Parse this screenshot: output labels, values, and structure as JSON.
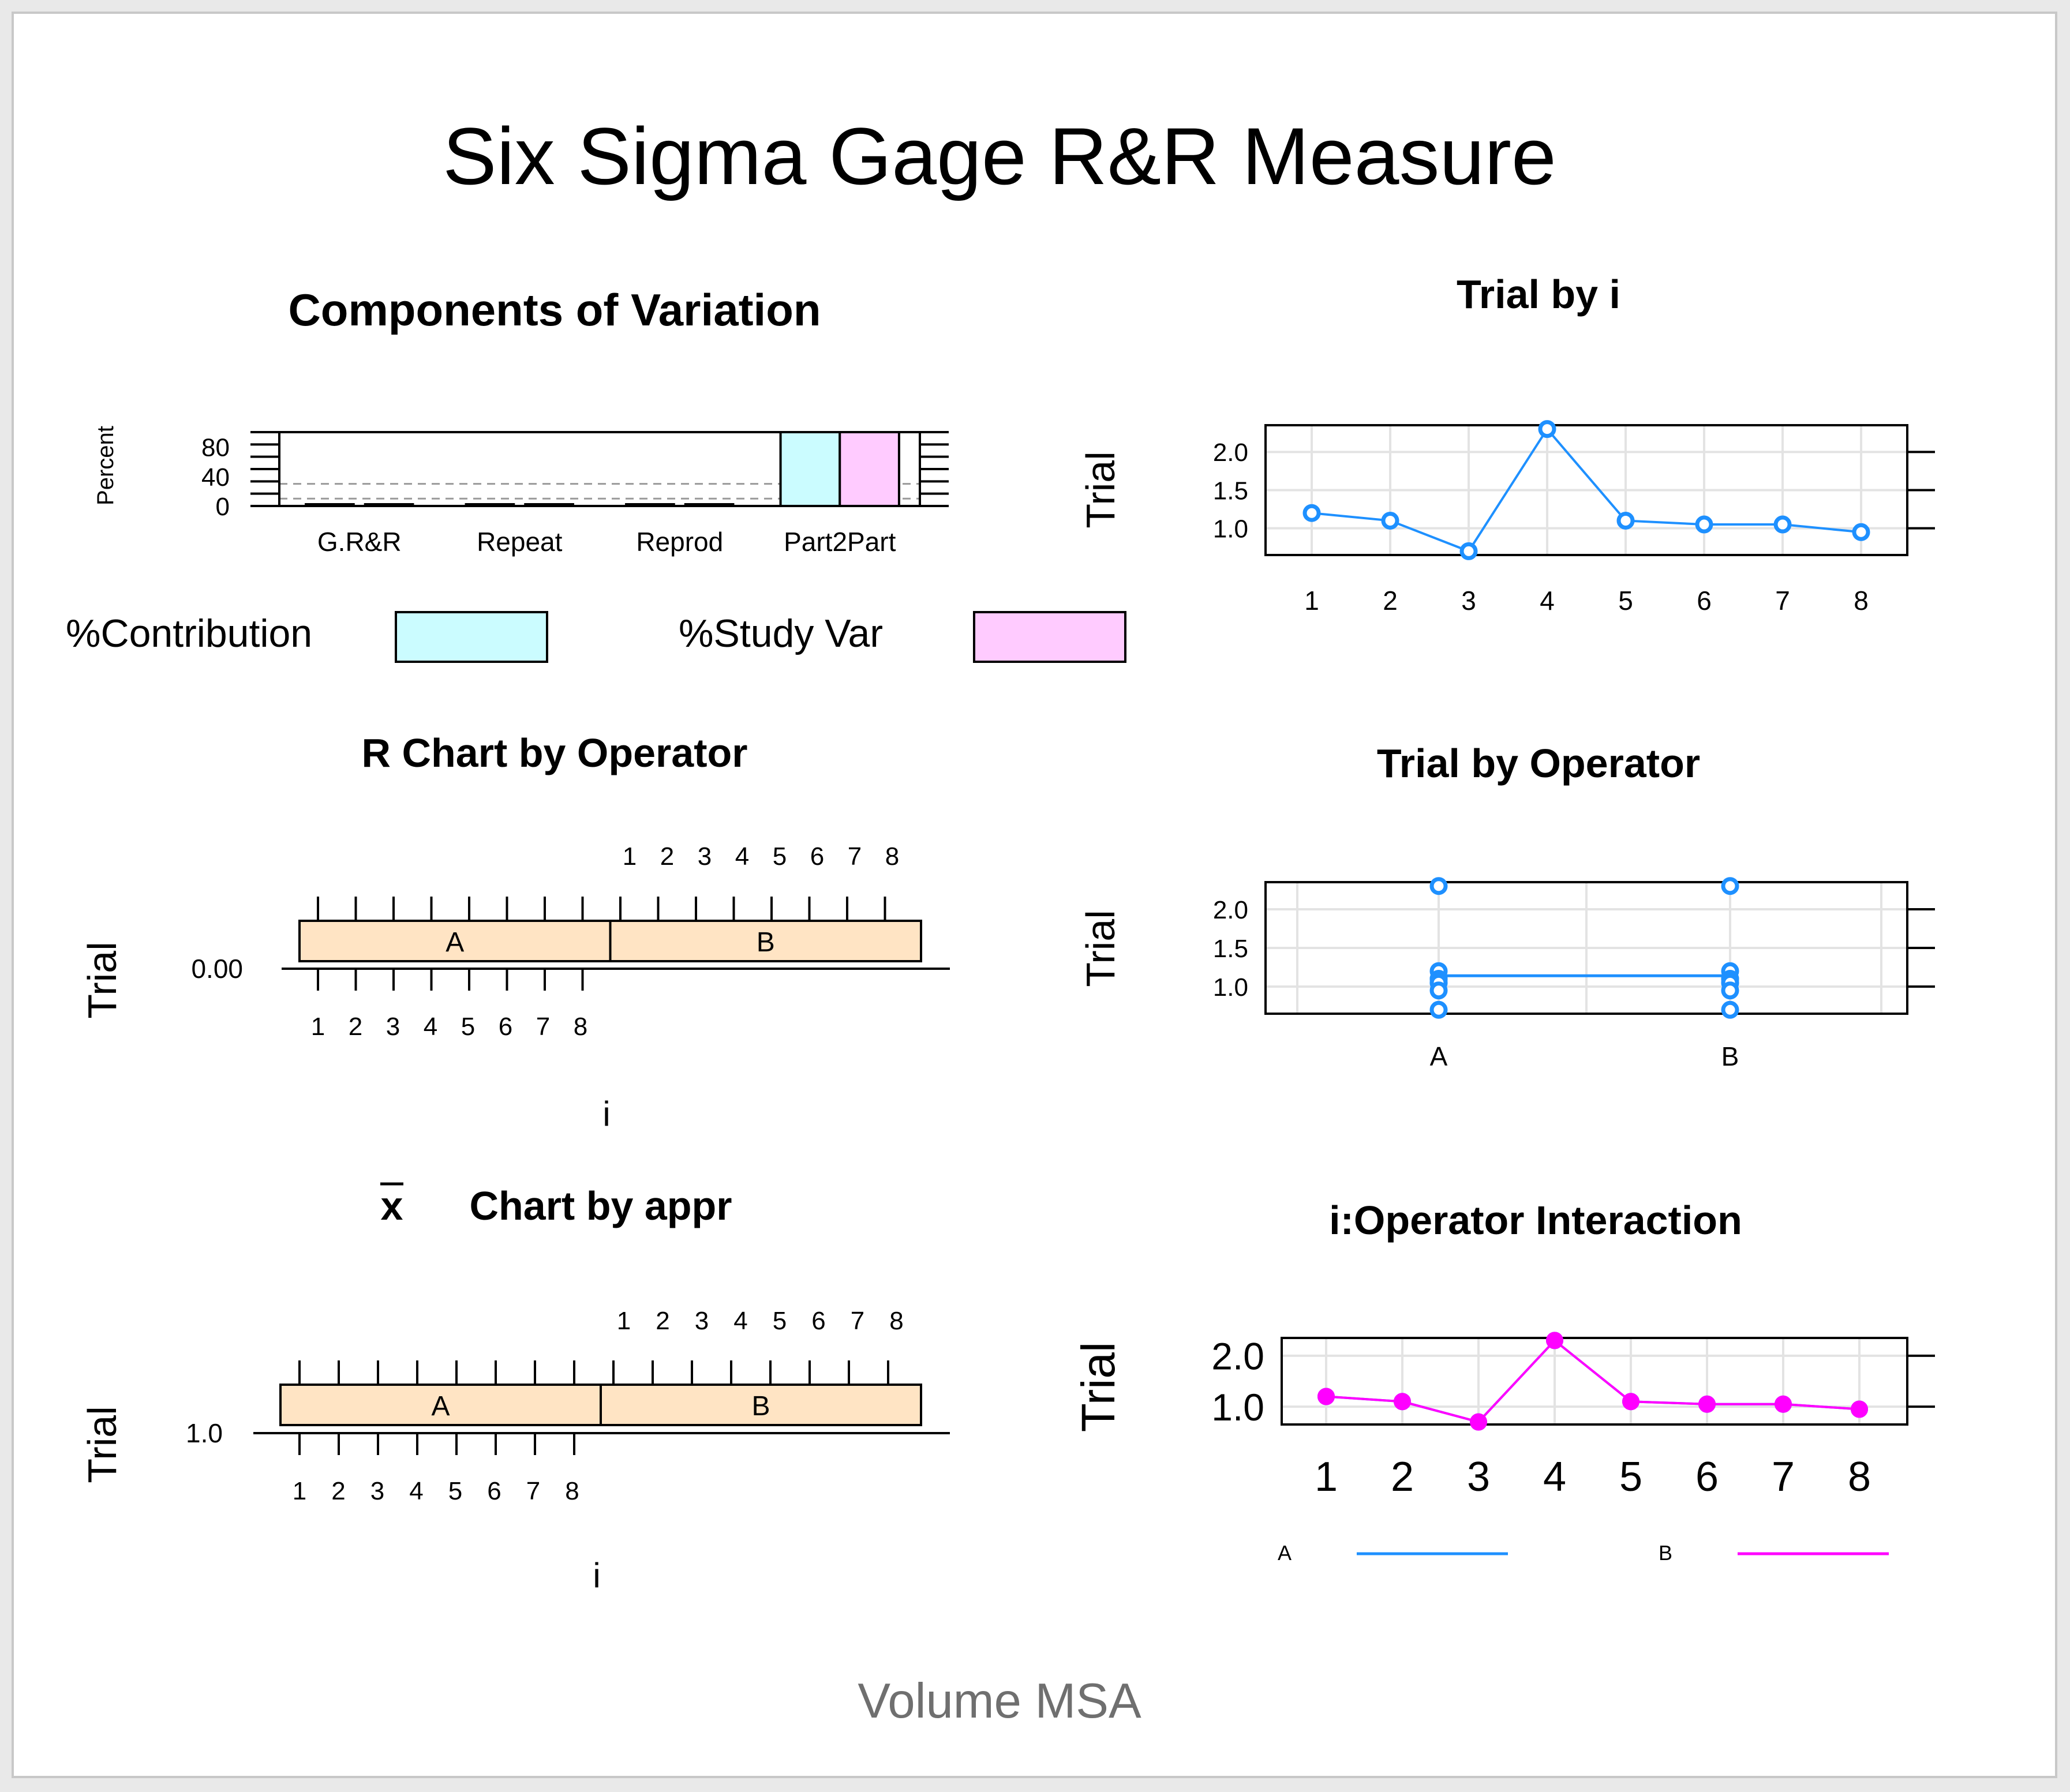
{
  "page": {
    "title": "Six Sigma Gage R&R Measure",
    "caption": "Volume MSA"
  },
  "chart_data": [
    {
      "type": "bar",
      "title": "Components of Variation",
      "ylabel": "Percent",
      "categories": [
        "G.R&R",
        "Repeat",
        "Reprod",
        "Part2Part"
      ],
      "series": [
        {
          "name": "%Contribution",
          "values": [
            0,
            0,
            0,
            100
          ],
          "color": "#cbfcff"
        },
        {
          "name": "%Study Var",
          "values": [
            0,
            0,
            0,
            100
          ],
          "color": "#ffcbff"
        }
      ],
      "y_ticks": [
        "0",
        "40",
        "80"
      ],
      "ylim": [
        0,
        100
      ],
      "reference_lines": [
        10,
        30
      ],
      "legend": "bottom"
    },
    {
      "type": "line",
      "title": "Trial by i",
      "ylabel": "Trial",
      "x": [
        "1",
        "2",
        "3",
        "4",
        "5",
        "6",
        "7",
        "8"
      ],
      "values": [
        1.2,
        1.1,
        0.7,
        2.3,
        1.1,
        1.05,
        1.05,
        0.95
      ],
      "y_ticks": [
        "1.0",
        "1.5",
        "2.0"
      ],
      "ylim": [
        0.65,
        2.35
      ],
      "color": "#1e90ff",
      "grid": true
    },
    {
      "type": "line",
      "title": "R Chart by Operator",
      "ylabel": "Trial",
      "xlabel": "i",
      "operators": [
        "A",
        "B"
      ],
      "x_ticks": [
        "1",
        "2",
        "3",
        "4",
        "5",
        "6",
        "7",
        "8"
      ],
      "y_ticks": [
        "0.00"
      ],
      "strip_color": "#ffe4c4"
    },
    {
      "type": "scatter",
      "title": "Trial by Operator",
      "ylabel": "Trial",
      "categories": [
        "A",
        "B"
      ],
      "points": {
        "A": [
          1.2,
          1.1,
          0.7,
          2.3,
          1.1,
          1.05,
          1.05,
          0.95
        ],
        "B": [
          1.2,
          1.1,
          0.7,
          2.3,
          1.1,
          1.05,
          1.05,
          0.95
        ]
      },
      "mean_line": [
        1.14,
        1.14
      ],
      "y_ticks": [
        "1.0",
        "1.5",
        "2.0"
      ],
      "ylim": [
        0.65,
        2.35
      ],
      "color": "#1e90ff",
      "grid": true
    },
    {
      "type": "line",
      "title_bar": "x",
      "title": "Chart by appr",
      "ylabel": "Trial",
      "xlabel": "i",
      "operators": [
        "A",
        "B"
      ],
      "x_ticks": [
        "1",
        "2",
        "3",
        "4",
        "5",
        "6",
        "7",
        "8"
      ],
      "y_ticks": [
        "1.0"
      ],
      "strip_color": "#ffe4c4"
    },
    {
      "type": "line",
      "title": "i:Operator Interaction",
      "ylabel": "Trial",
      "x": [
        "1",
        "2",
        "3",
        "4",
        "5",
        "6",
        "7",
        "8"
      ],
      "series": [
        {
          "name": "A",
          "color": "#1e90ff",
          "values": [
            1.2,
            1.1,
            0.7,
            2.3,
            1.1,
            1.05,
            1.05,
            0.95
          ]
        },
        {
          "name": "B",
          "color": "#ff00ff",
          "values": [
            1.2,
            1.1,
            0.7,
            2.3,
            1.1,
            1.05,
            1.05,
            0.95
          ]
        }
      ],
      "y_ticks": [
        "1.0",
        "2.0"
      ],
      "ylim": [
        0.65,
        2.35
      ],
      "legend": "bottom",
      "grid": true
    }
  ]
}
